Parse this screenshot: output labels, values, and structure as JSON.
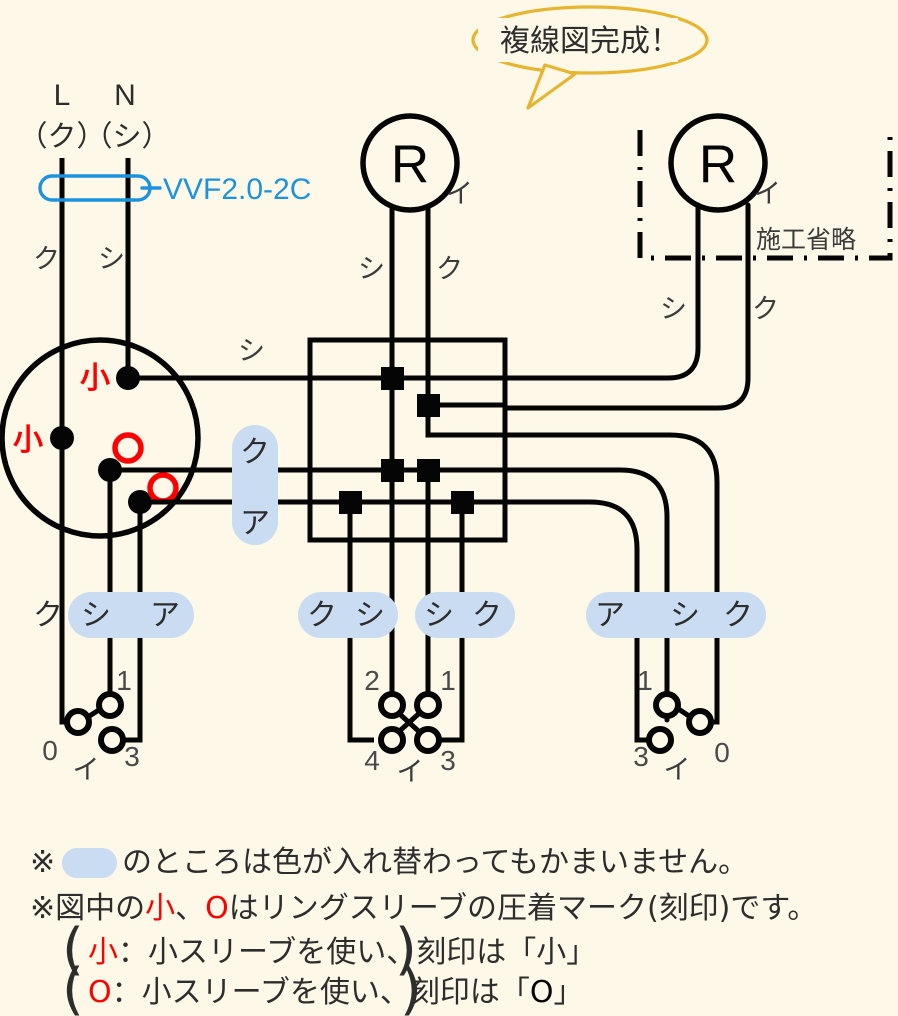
{
  "diagram": {
    "title_balloon": "複線図完成！",
    "cable_label": "VVF2.0-2C",
    "omit_label": "施工省略",
    "source": {
      "live_letter": "L",
      "neutral_letter": "N",
      "live_kana": "（ク）",
      "neutral_kana": "（シ）",
      "live_wire_kana": "ク",
      "neutral_wire_kana": "シ"
    },
    "outlet": {
      "sleeve_top": "小",
      "sleeve_left": "小",
      "out_kana_top": "シ",
      "pill_upper": "ク",
      "pill_lower": "ア"
    },
    "lamp_center": {
      "symbol": "R",
      "name": "イ",
      "left_wire": "シ",
      "right_wire": "ク"
    },
    "lamp_right": {
      "symbol": "R",
      "name": "イ",
      "left_wire": "シ",
      "right_wire": "ク"
    },
    "switch_left": {
      "labels": [
        "ク",
        "シ",
        "ア"
      ],
      "terminals": [
        "0",
        "1",
        "3"
      ],
      "name": "イ"
    },
    "switch_mid": {
      "labels_a": [
        "ク",
        "シ"
      ],
      "labels_b": [
        "シ",
        "ク"
      ],
      "terminals": [
        "2",
        "1",
        "4",
        "3"
      ],
      "name": "イ"
    },
    "switch_right": {
      "labels": [
        "ア",
        "シ",
        "ク"
      ],
      "terminals": [
        "1",
        "0",
        "3"
      ],
      "name": "イ"
    },
    "notes": {
      "line1_a": "※",
      "line1_b": "のところは色が入れ替わってもかまいません。",
      "line2_a": "※図中の",
      "line2_red1": "小",
      "line2_b": "、",
      "line2_red2": "O",
      "line2_c": "はリングスリーブの圧着マーク(刻印)です。",
      "line3_red": "小",
      "line3_text": "：小スリーブを使い、刻印は「小」",
      "line4_red": "O",
      "line4_text_a": "：小スリーブを使い、刻印は「",
      "line4_black": "O",
      "line4_text_b": "」"
    },
    "colors": {
      "background": "#fdf8e8",
      "wire": "#050505",
      "highlight": "#cadcf2",
      "red_mark": "#ff0000",
      "cable_blue": "#1e93dd",
      "balloon_border": "#e8b530"
    }
  }
}
